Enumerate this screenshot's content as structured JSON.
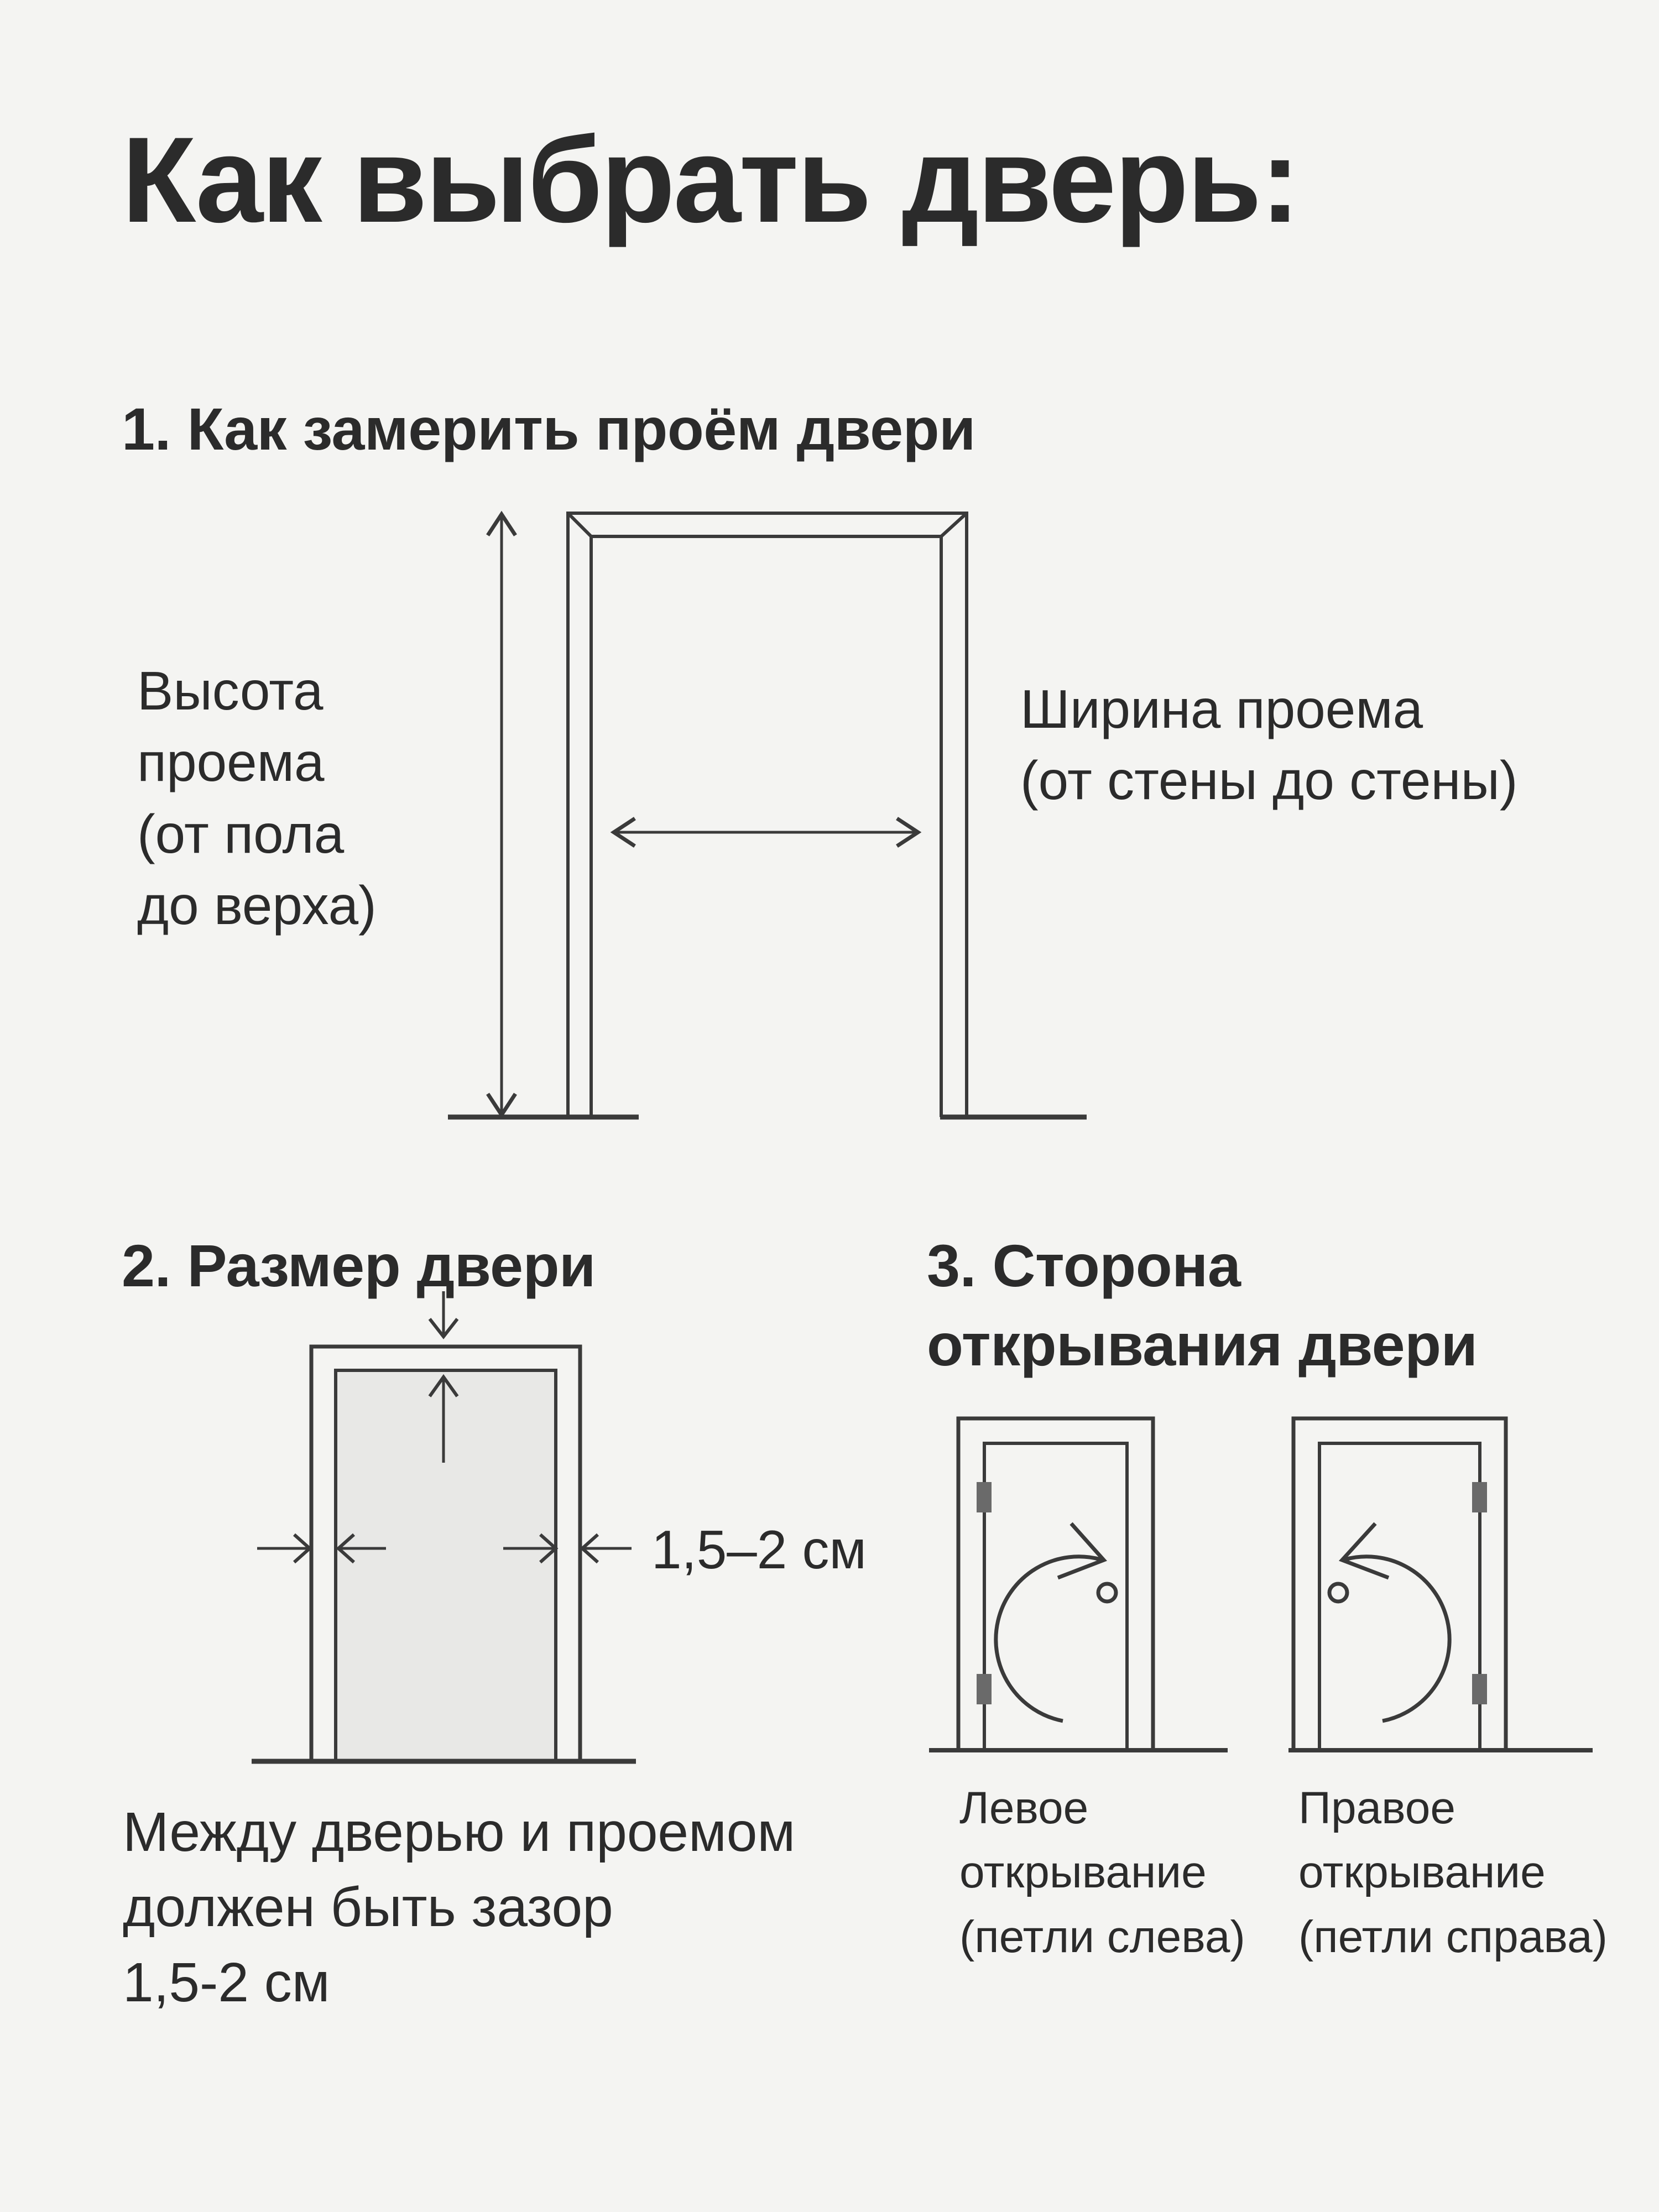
{
  "theme": {
    "background": "#f4f4f2",
    "ink": "#2b2b2b",
    "line": "#3a3a3a",
    "door_fill": "#e8e8e6",
    "hinge": "#6a6a6a"
  },
  "title": "Как выбрать дверь:",
  "section1": {
    "heading": "1. Как замерить проём двери",
    "height_label_lines": [
      "Высота",
      "проема",
      "(от пола",
      "до верха)"
    ],
    "width_label_lines": [
      "Ширина проема",
      "(от стены до стены)"
    ]
  },
  "section2": {
    "heading": "2. Размер двери",
    "gap_label": "1,5–2 см",
    "note_lines": [
      "Между дверью и проемом",
      "должен быть зазор",
      "1,5-2 см"
    ]
  },
  "section3": {
    "heading_lines": [
      "3. Сторона",
      "открывания двери"
    ],
    "left_door_label_lines": [
      "Левое",
      "открывание",
      "(петли слева)"
    ],
    "right_door_label_lines": [
      "Правое",
      "открывание",
      "(петли справа)"
    ]
  }
}
